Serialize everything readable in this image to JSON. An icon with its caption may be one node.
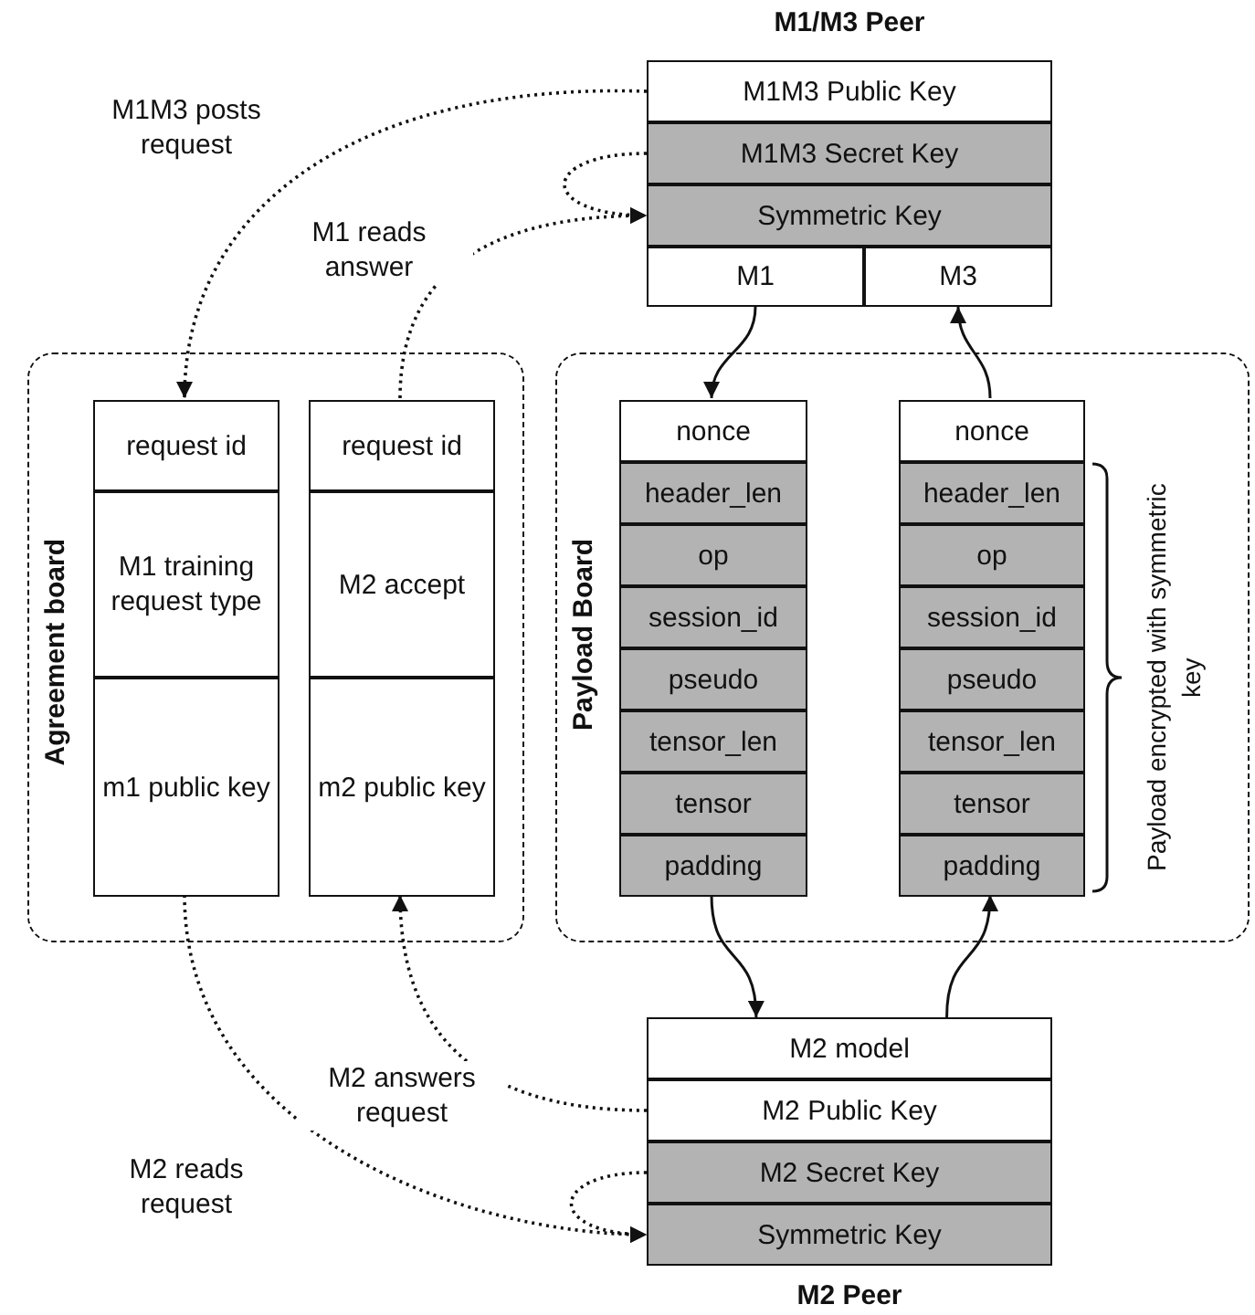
{
  "diagram": {
    "nodes": [
      {
        "text": [
          "M1/M3 Peer"
        ]
      },
      {
        "text": [
          "M1M3 Public Key"
        ],
        "in": 0
      },
      {
        "text": [
          "M1M3 Secret Key"
        ],
        "in": 0
      },
      {
        "text": [
          "Symmetric Key"
        ],
        "in": 0
      },
      {
        "text": [
          "M1"
        ],
        "in": 0
      },
      {
        "text": [
          "M3"
        ],
        "in": 0
      },
      {
        "text": [
          "Agreement board"
        ]
      },
      {
        "text": [
          "request id"
        ],
        "in": 6
      },
      {
        "text": [
          "M1 training request type"
        ],
        "in": 6
      },
      {
        "text": [
          "m1 public key"
        ],
        "in": 6
      },
      {
        "text": [
          "request id"
        ],
        "in": 6
      },
      {
        "text": [
          "M2 accept"
        ],
        "in": 6
      },
      {
        "text": [
          "m2 public key"
        ],
        "in": 6
      },
      {
        "text": [
          "Payload Board"
        ]
      },
      {
        "text": [
          "nonce"
        ],
        "in": 13
      },
      {
        "text": [
          "header_len"
        ],
        "in": 13
      },
      {
        "text": [
          "op"
        ],
        "in": 13
      },
      {
        "text": [
          "session_id"
        ],
        "in": 13
      },
      {
        "text": [
          "pseudo"
        ],
        "in": 13
      },
      {
        "text": [
          "tensor_len"
        ],
        "in": 13
      },
      {
        "text": [
          "tensor"
        ],
        "in": 13
      },
      {
        "text": [
          "padding"
        ],
        "in": 13
      },
      {
        "text": [
          "nonce"
        ],
        "in": 13
      },
      {
        "text": [
          "header_len"
        ],
        "in": 13
      },
      {
        "text": [
          "op"
        ],
        "in": 13
      },
      {
        "text": [
          "session_id"
        ],
        "in": 13
      },
      {
        "text": [
          "pseudo"
        ],
        "in": 13
      },
      {
        "text": [
          "tensor_len"
        ],
        "in": 13
      },
      {
        "text": [
          "tensor"
        ],
        "in": 13
      },
      {
        "text": [
          "padding"
        ],
        "in": 13
      },
      {
        "text": [
          "M2 Peer"
        ]
      },
      {
        "text": [
          "M2 model"
        ],
        "in": 30
      },
      {
        "text": [
          "M2 Public Key"
        ],
        "in": 30
      },
      {
        "text": [
          "M2 Secret Key"
        ],
        "in": 30
      },
      {
        "text": [
          "Symmetric Key"
        ],
        "in": 30
      }
    ],
    "edges": [
      {
        "from": 1,
        "to": 7,
        "arrow": "to",
        "label": "M1M3 posts request",
        "style": "dashed"
      },
      {
        "from": 10,
        "to": 3,
        "arrow": "to",
        "label": "M1 reads answer",
        "style": "dashed"
      },
      {
        "from": 2,
        "to": 3,
        "arrow": "to",
        "style": "dashed"
      },
      {
        "from": 4,
        "to": 14,
        "arrow": "to"
      },
      {
        "from": 22,
        "to": 5,
        "arrow": "to"
      },
      {
        "from": 21,
        "to": 31,
        "arrow": "to"
      },
      {
        "from": 31,
        "to": 29,
        "arrow": "to"
      },
      {
        "from": 32,
        "to": 12,
        "arrow": "to",
        "label": "M2 answers request",
        "style": "dashed"
      },
      {
        "from": 9,
        "to": 34,
        "arrow": "to",
        "label": "M2 reads request",
        "style": "dashed"
      },
      {
        "from": 33,
        "to": 34,
        "arrow": "to",
        "style": "dashed"
      }
    ],
    "labels": [
      "Payload encrypted with symmetric key"
    ]
  }
}
